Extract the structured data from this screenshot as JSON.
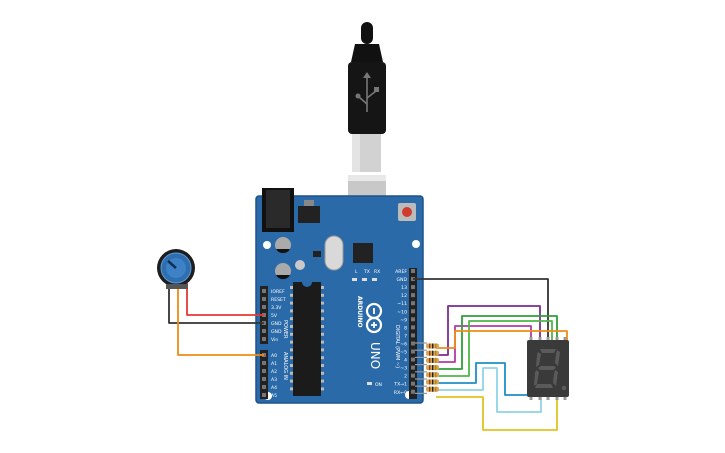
{
  "board": {
    "logo": "ARDUINO",
    "model": "UNO",
    "digital_header_label": "DIGITAL (PWM ~)",
    "power_header_label": "POWER",
    "analog_header_label": "ANALOG IN",
    "led_labels": [
      "L",
      "TX",
      "RX"
    ],
    "on_label": "ON",
    "power_pins": [
      "IOREF",
      "RESET",
      "3.3V",
      "5V",
      "GND",
      "GND",
      "Vin"
    ],
    "analog_pins": [
      "A0",
      "A1",
      "A2",
      "A3",
      "A4",
      "A5"
    ],
    "digital_pins": [
      "AREF",
      "GND",
      "13",
      "12",
      "~11",
      "~10",
      "~9",
      "8",
      "7",
      "~6",
      "~5",
      "4",
      "~3",
      "2",
      "TX→1",
      "RX←0"
    ]
  },
  "components": [
    {
      "name": "Arduino Uno"
    },
    {
      "name": "USB cable"
    },
    {
      "name": "Potentiometer"
    },
    {
      "name": "7-segment display",
      "digit_shown": "8"
    },
    {
      "name": "Resistor",
      "count": 7
    }
  ],
  "wires": [
    {
      "name": "5V",
      "color": "#e53935"
    },
    {
      "name": "GND",
      "color": "#333333"
    },
    {
      "name": "A0",
      "color": "#ef8c16"
    },
    {
      "name": "display-gnd",
      "color": "#333333"
    },
    {
      "name": "segment-a",
      "color": "#7b2d8e"
    },
    {
      "name": "segment-b",
      "color": "#b23aa8"
    },
    {
      "name": "segment-c",
      "color": "#2e9e3a"
    },
    {
      "name": "segment-d",
      "color": "#4cb848"
    },
    {
      "name": "segment-e",
      "color": "#1e8fc4"
    },
    {
      "name": "segment-f",
      "color": "#8fd3e6"
    },
    {
      "name": "segment-g",
      "color": "#e0c221"
    },
    {
      "name": "segment-dp",
      "color": "#ef8c16"
    }
  ],
  "colors": {
    "board": "#2b6aa8",
    "board_edge": "#1d5288",
    "header": "#222222",
    "display": "#3a3a3a",
    "segment_off": "#5a5a5a",
    "resistor": "#d9a45a"
  }
}
